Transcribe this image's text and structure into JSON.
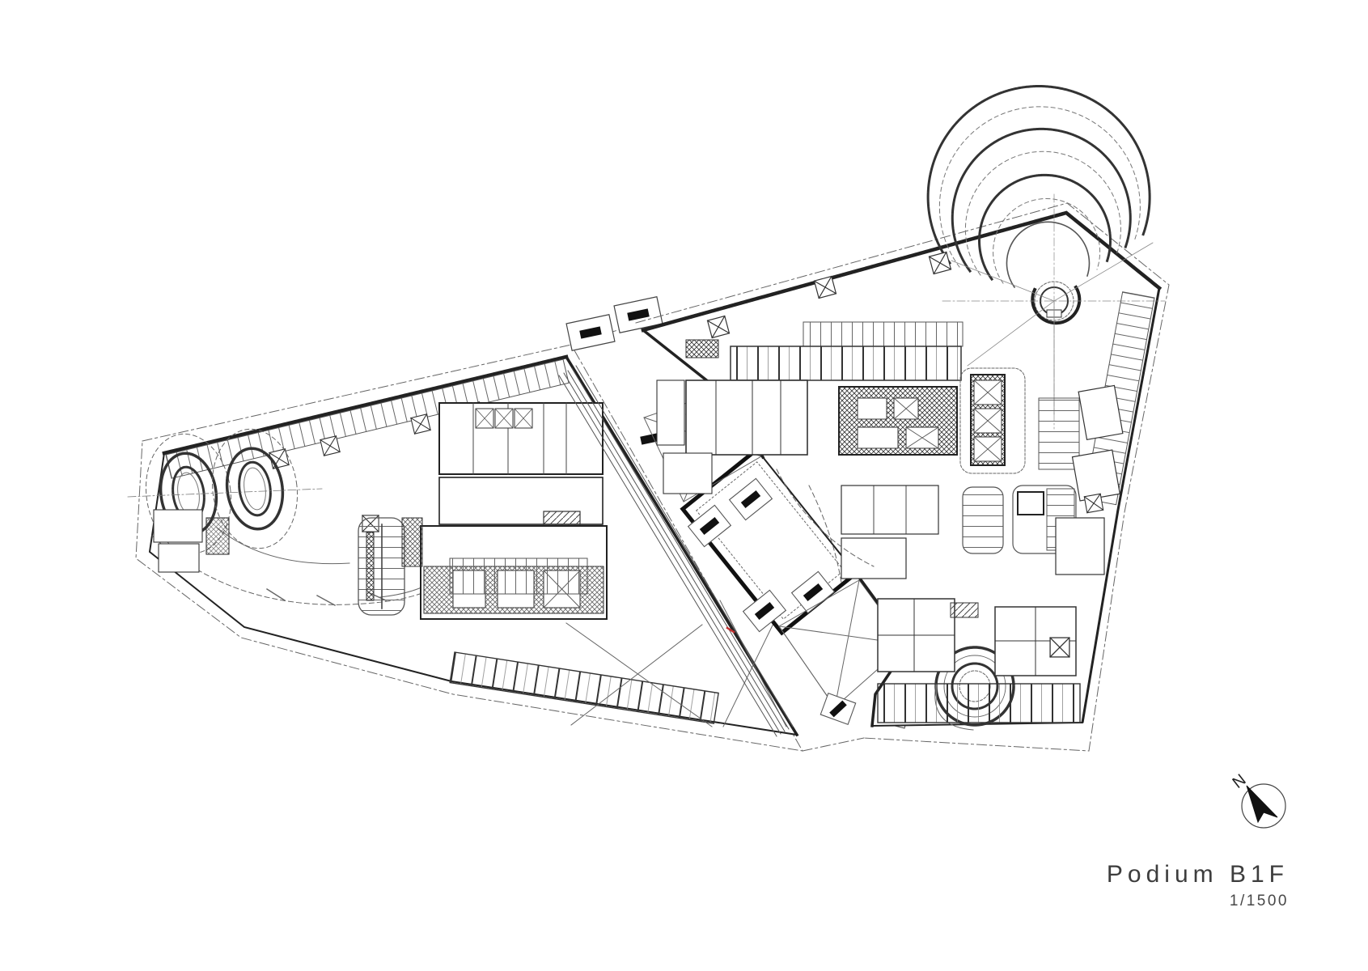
{
  "page": {
    "background_color": "#ffffff"
  },
  "drawing": {
    "title_block": {
      "title": "Podium B1F",
      "scale_label": "1/1500"
    },
    "compass": {
      "north_label": "N"
    },
    "colors": {
      "ink": "#1f1f1f",
      "medium_line": "#444444",
      "light_line": "#777777",
      "accent_red": "#c03030",
      "paper": "#ffffff"
    }
  }
}
